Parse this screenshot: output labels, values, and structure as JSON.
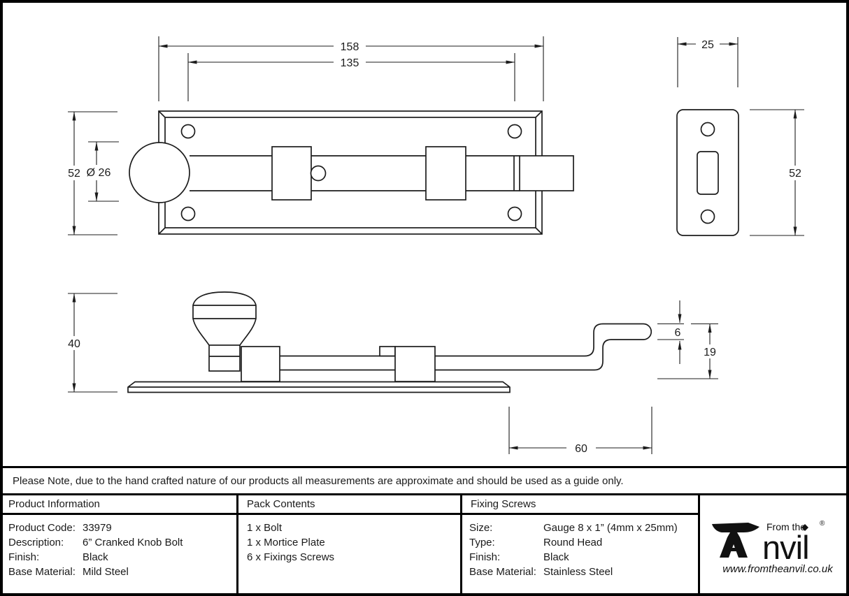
{
  "drawing": {
    "top_view": {
      "width_overall": "158",
      "hole_spacing": "135",
      "plate_height": "52",
      "knob_diameter": "Ø 26"
    },
    "mortice_plate": {
      "width": "25",
      "height": "52"
    },
    "side_view": {
      "overall_height": "40",
      "bolt_thickness": "6",
      "crank_rise": "19",
      "throw": "60"
    }
  },
  "note": {
    "text": "Please Note, due to the hand crafted nature of our products all measurements are approximate and should be used as a guide only."
  },
  "table": {
    "product_information": {
      "title": "Product Information",
      "rows": [
        {
          "label": "Product Code:",
          "value": "33979"
        },
        {
          "label": "Description:",
          "value": "6” Cranked Knob Bolt"
        },
        {
          "label": "Finish:",
          "value": "Black"
        },
        {
          "label": "Base Material:",
          "value": "Mild Steel"
        }
      ]
    },
    "pack_contents": {
      "title": "Pack Contents",
      "items": [
        "1 x Bolt",
        "1 x Mortice Plate",
        "6 x Fixings Screws"
      ]
    },
    "fixing_screws": {
      "title": "Fixing Screws",
      "rows": [
        {
          "label": "Size:",
          "value": "Gauge 8 x 1” (4mm x 25mm)"
        },
        {
          "label": "Type:",
          "value": "Round Head"
        },
        {
          "label": "Finish:",
          "value": "Black"
        },
        {
          "label": "Base Material:",
          "value": "Stainless Steel"
        }
      ]
    },
    "logo": {
      "prefix": "From the",
      "name": "nvil",
      "registered": "®",
      "website": "www.fromtheanvil.co.uk"
    }
  }
}
